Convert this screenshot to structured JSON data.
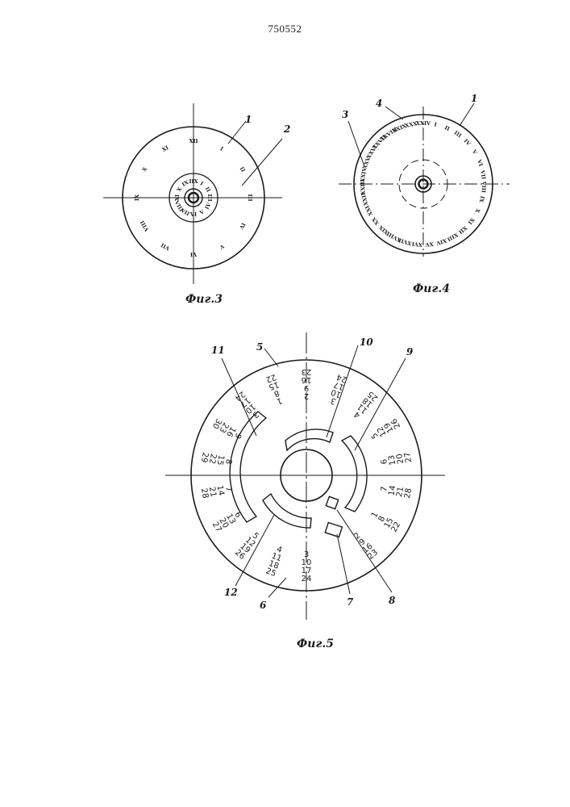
{
  "header": {
    "patent_number": "750552"
  },
  "figures": {
    "fig3": {
      "caption": "Фиг.3",
      "callouts": [
        "1",
        "2"
      ],
      "outer_numerals": [
        "I",
        "II",
        "III",
        "IV",
        "V",
        "VI",
        "VII",
        "VIII",
        "IX",
        "X",
        "XI",
        "XII"
      ],
      "inner_numerals": [
        "I",
        "II",
        "III",
        "IV",
        "V",
        "VI",
        "VII",
        "VIII",
        "IX",
        "X",
        "XI",
        "XII"
      ]
    },
    "fig4": {
      "caption": "Фиг.4",
      "callouts": [
        "1",
        "3",
        "4"
      ],
      "numerals": [
        "XXIV",
        "I",
        "II",
        "III",
        "IV",
        "V",
        "VI",
        "VII",
        "VIII",
        "IX",
        "X",
        "XI",
        "XII",
        "XIII",
        "XIV",
        "XV",
        "XVI",
        "XVII",
        "XVIII",
        "XIX",
        "XX",
        "XXI",
        "XXII",
        "XXIII",
        "XXIV",
        "XXV",
        "XXVI",
        "XXVII",
        "XXVIII",
        "XXIX",
        "XXX"
      ]
    },
    "fig5": {
      "caption": "Фиг.5",
      "callouts": [
        "5",
        "6",
        "7",
        "8",
        "9",
        "10",
        "11",
        "12"
      ],
      "day_columns": [
        [
          "3",
          "10",
          "17",
          "24"
        ],
        [
          "4",
          "11",
          "18",
          "25"
        ],
        [
          "5",
          "12",
          "19",
          "26"
        ],
        [
          "6",
          "13",
          "20",
          "27"
        ],
        [
          "7",
          "14",
          "21",
          "28"
        ],
        [
          "8",
          "15",
          "22",
          "29"
        ],
        [
          "9",
          "16",
          "23",
          "30"
        ],
        [
          "3",
          "10",
          "17",
          "24"
        ],
        [
          "1",
          "8",
          "15",
          "22"
        ],
        [
          "2",
          "9",
          "16",
          "23"
        ],
        [
          "3",
          "10",
          "17",
          "24"
        ],
        [
          "4",
          "11",
          "18",
          "25"
        ],
        [
          "5",
          "12",
          "19",
          "26"
        ],
        [
          "6",
          "13",
          "20",
          "27"
        ],
        [
          "7",
          "14",
          "21",
          "28"
        ],
        [
          "1",
          "8",
          "15",
          "22"
        ],
        [
          "2",
          "9",
          "16",
          "23"
        ]
      ]
    }
  }
}
